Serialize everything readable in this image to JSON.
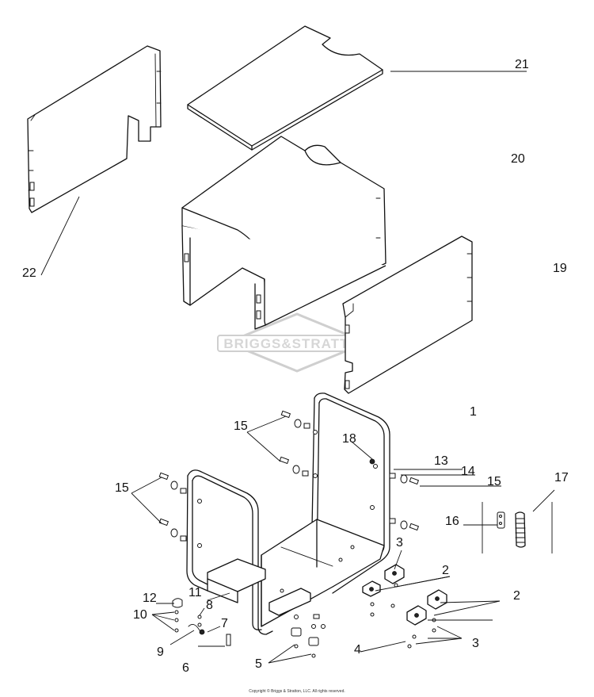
{
  "watermark": {
    "text": "BRIGGS&STRATTON"
  },
  "copyright": "Copyright © Briggs & Stratton, LLC. All rights reserved.",
  "callouts": {
    "c1": "1",
    "c2a": "2",
    "c2b": "2",
    "c3a": "3",
    "c3b": "3",
    "c4": "4",
    "c5": "5",
    "c6": "6",
    "c7": "7",
    "c8": "8",
    "c9": "9",
    "c10": "10",
    "c11": "11",
    "c12": "12",
    "c13": "13",
    "c14": "14",
    "c15a": "15",
    "c15b": "15",
    "c15c": "15",
    "c16": "16",
    "c17": "17",
    "c18": "18",
    "c19": "19",
    "c20": "20",
    "c21": "21",
    "c22": "22"
  }
}
